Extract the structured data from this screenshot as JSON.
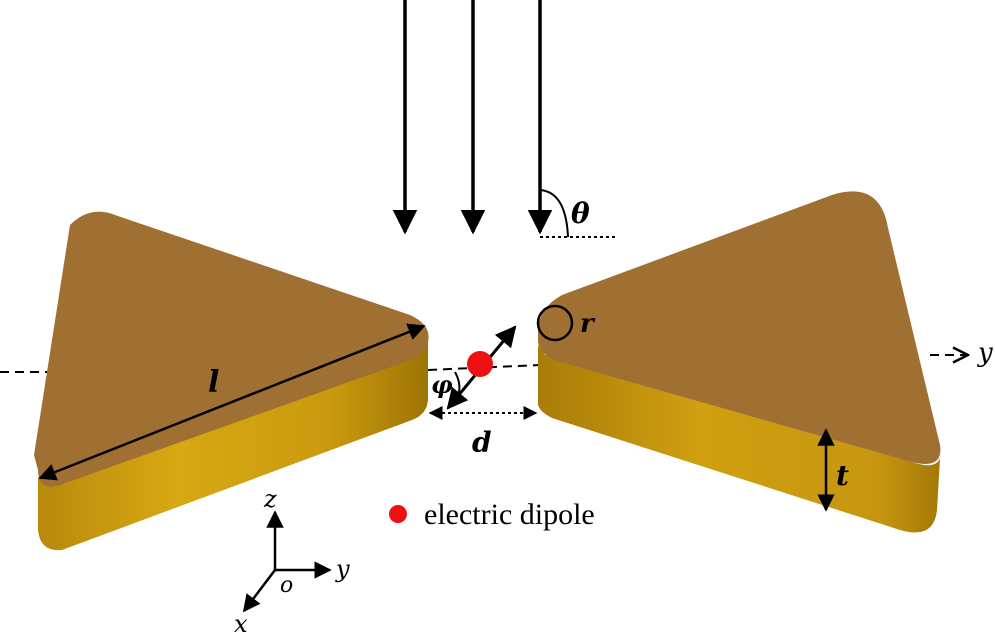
{
  "labels": {
    "theta": "θ",
    "r": "r",
    "y_axis": "y",
    "l": "l",
    "phi": "φ",
    "d": "d",
    "t": "t",
    "legend_text": "electric dipole",
    "coord_z": "z",
    "coord_y": "y",
    "coord_o": "o",
    "coord_x": "x"
  },
  "colors": {
    "gold_top": "#A07032",
    "gold_side": "#C8980E",
    "gold_side_dark": "#A57A08",
    "dipole": "#EE1111",
    "line": "#000000"
  }
}
